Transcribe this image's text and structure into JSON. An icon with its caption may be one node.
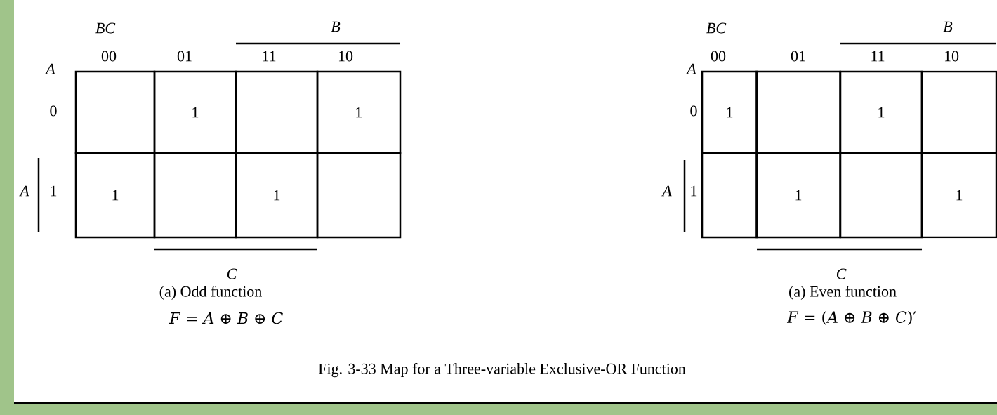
{
  "diagram": {
    "caption": "Fig. 3-33 Map for a Three-variable Exclusive-OR Function",
    "nodes": [
      {
        "text": [],
        "shape": "box"
      },
      {
        "text": [
          "1"
        ]
      },
      {
        "text": [],
        "shape": "box"
      },
      {
        "text": [
          "1"
        ]
      },
      {
        "text": [
          "1"
        ]
      },
      {
        "text": [],
        "shape": "box"
      },
      {
        "text": [
          "1"
        ]
      },
      {
        "text": [],
        "shape": "box"
      },
      {
        "text": [
          "1"
        ]
      },
      {
        "text": [],
        "shape": "box"
      },
      {
        "text": [
          "1"
        ]
      },
      {
        "text": [],
        "shape": "box"
      },
      {
        "text": [],
        "shape": "box"
      },
      {
        "text": [
          "1"
        ]
      },
      {
        "text": [],
        "shape": "box"
      },
      {
        "text": [
          "1"
        ]
      }
    ],
    "edges": [],
    "labels": [
      "BC",
      "B",
      "00",
      "01",
      "11",
      "10",
      "A",
      "0",
      "A",
      "1",
      "C",
      "(a) Odd function",
      "*F* = *A* ⊕ *B* ⊕ *C*",
      "BC",
      "B",
      "00",
      "01",
      "11",
      "10",
      "A",
      "0",
      "A",
      "1",
      "C",
      "(a) Even function",
      "*F* = (*A* ⊕ *B* ⊕ *C*)′"
    ]
  }
}
